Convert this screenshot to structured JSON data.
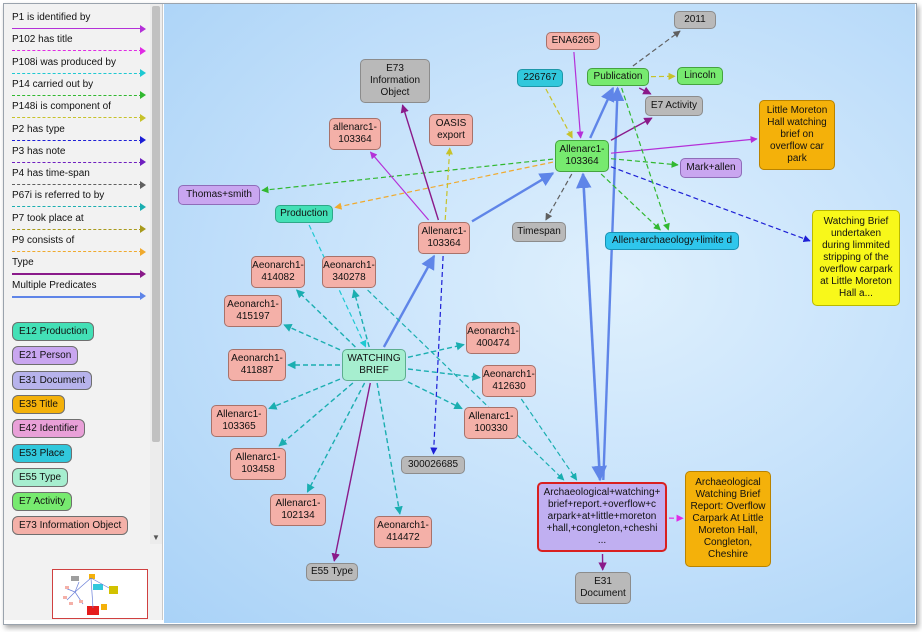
{
  "legend": {
    "predicates": [
      {
        "label": "P1 is identified by",
        "color": "#b430d8",
        "dash": "solid"
      },
      {
        "label": "P102 has title",
        "color": "#e02be4",
        "dash": "dash"
      },
      {
        "label": "P108i was produced by",
        "color": "#1ec9d2",
        "dash": "dash"
      },
      {
        "label": "P14 carried out by",
        "color": "#31b830",
        "dash": "dash"
      },
      {
        "label": "P148i is component of",
        "color": "#c7c22a",
        "dash": "dash"
      },
      {
        "label": "P2 has type",
        "color": "#1d1fd6",
        "dash": "dash"
      },
      {
        "label": "P3 has note",
        "color": "#6f1fc0",
        "dash": "dash"
      },
      {
        "label": "P4 has time-span",
        "color": "#606060",
        "dash": "dash"
      },
      {
        "label": "P67i is referred to by",
        "color": "#1aaeb0",
        "dash": "dash"
      },
      {
        "label": "P7 took place at",
        "color": "#a89a1c",
        "dash": "dash"
      },
      {
        "label": "P9 consists of",
        "color": "#f0aa2e",
        "dash": "dash"
      },
      {
        "label": "Type",
        "color": "#8a1a8a",
        "dash": "solid"
      },
      {
        "label": "Multiple Predicates",
        "color": "#5f85e8",
        "dash": "solid"
      }
    ],
    "classes": [
      {
        "label": "E12 Production",
        "color": "#43e0b6"
      },
      {
        "label": "E21 Person",
        "color": "#c9a6f0"
      },
      {
        "label": "E31 Document",
        "color": "#b7b3ec"
      },
      {
        "label": "E35 Title",
        "color": "#f4b10a"
      },
      {
        "label": "E42 Identifier",
        "color": "#e9a0d8"
      },
      {
        "label": "E53 Place",
        "color": "#31c8dc"
      },
      {
        "label": "E55 Type",
        "color": "#a6eecf"
      },
      {
        "label": "E7 Activity",
        "color": "#77ea6f"
      },
      {
        "label": "E73 Information Object",
        "color": "#f4b0a8"
      }
    ]
  },
  "graph": {
    "nodes": {
      "n2011": "2011",
      "ena": "ENA6265",
      "n226767": "226767",
      "publication": "Publication",
      "lincoln": "Lincoln",
      "e7activity": "E7 Activity",
      "lmh": "Little Moreton\nHall watching\nbrief on\noverflow car\npark",
      "e73": "E73\nInformation\nObject",
      "oasis": "OASIS\nexport",
      "allen103364a": "allenarc1-\n103364",
      "allen103364main": "Allenarc1-\n103364",
      "markallen": "Mark+allen",
      "thomas": "Thomas+smith",
      "production": "Production",
      "allen103364b": "Allenarc1-\n103364",
      "timespan": "Timespan",
      "allenarch": "Allen+archaeology+limite d",
      "wbnote": "Watching Brief\nundertaken\nduring limmited\nstripping of the\noverflow carpark\nat Little Moreton\nHall a...",
      "a414082": "Aeonarch1-\n414082",
      "a340278": "Aeonarch1-\n340278",
      "a415197": "Aeonarch1-\n415197",
      "a400474": "Aeonarch1-\n400474",
      "wb": "WATCHING\nBRIEF",
      "a411887": "Aeonarch1-\n411887",
      "a412630": "Aeonarch1-\n412630",
      "al103365": "Allenarc1-\n103365",
      "al100330": "Allenarc1-\n100330",
      "al103458": "Allenarc1-\n103458",
      "n300026685": "300026685",
      "al102134": "Allenarc1-\n102134",
      "a414472": "Aeonarch1-\n414472",
      "e55": "E55 Type",
      "doc": "Archaeological+watching+\nbrief+report.+overflow+c\narpark+at+little+moreton\n+hall,+congleton,+cheshi\n...",
      "title": "Archaeological\nWatching Brief\nReport: Overflow\nCarpark At Little\nMoreton Hall,\nCongleton,\nCheshire",
      "e31": "E31\nDocument"
    }
  }
}
